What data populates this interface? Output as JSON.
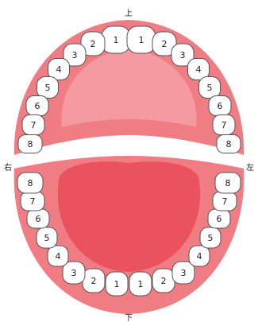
{
  "labels": {
    "upper": "上",
    "lower": "下",
    "right": "右",
    "left": "左"
  },
  "upper_right": [
    "1",
    "2",
    "3",
    "4",
    "5",
    "6",
    "7",
    "8"
  ],
  "upper_left": [
    "1",
    "2",
    "3",
    "4",
    "5",
    "6",
    "7",
    "8"
  ],
  "lower_right": [
    "1",
    "2",
    "3",
    "4",
    "5",
    "6",
    "7",
    "8"
  ],
  "lower_left": [
    "1",
    "2",
    "3",
    "4",
    "5",
    "6",
    "7",
    "8"
  ],
  "colors": {
    "gum": "#f07c84",
    "palate": "#f49aa0",
    "tongue": "#e9525e",
    "tooth_fill": "#ffffff",
    "tooth_stroke": "#555555"
  }
}
